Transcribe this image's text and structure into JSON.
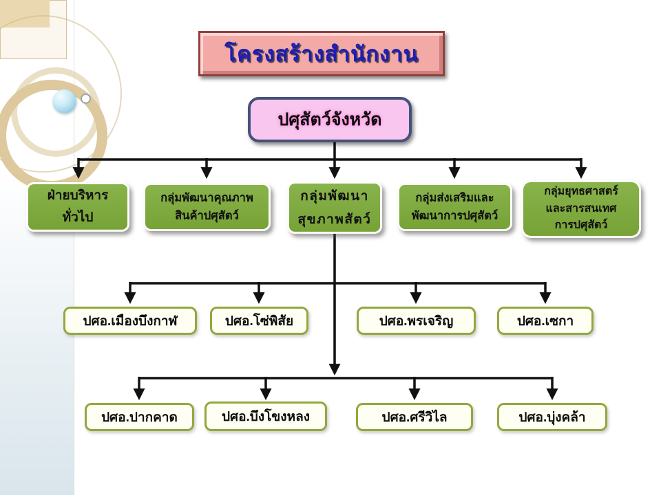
{
  "slide": {
    "title": "โครงสร้างสำนักงาน"
  },
  "org_chart": {
    "root": {
      "label": "ปศุสัตว์จังหวัด"
    },
    "level2": [
      {
        "label": "ฝ่ายบริหาร\nทั่วไป"
      },
      {
        "label": "กลุ่มพัฒนาคุณภาพ\nสินค้าปศุสัตว์"
      },
      {
        "label": "กลุ่มพัฒนา\nสุขภาพสัตว์"
      },
      {
        "label": "กลุ่มส่งเสริมและ\nพัฒนาการปศุสัตว์"
      },
      {
        "label": "กลุ่มยุทธศาสตร์\nและสารสนเทศ\nการปศุสัตว์"
      }
    ],
    "level3": [
      {
        "label": "ปศอ.เมืองบึงกาฬ"
      },
      {
        "label": "ปศอ.โซ่พิสัย"
      },
      {
        "label": "ปศอ.พรเจริญ"
      },
      {
        "label": "ปศอ.เซกา"
      }
    ],
    "level4": [
      {
        "label": "ปศอ.ปากคาด"
      },
      {
        "label": "ปศอ.บึงโขงหลง"
      },
      {
        "label": "ปศอ.ศรีวิไล"
      },
      {
        "label": "ปศอ.บุ่งคล้า"
      }
    ]
  },
  "colors": {
    "title_text": "#1d1db5",
    "title_bg": "#f3a9a6",
    "title_border": "#93403e",
    "root_bg": "#f9c6ef",
    "root_border": "#45517b",
    "group_bg": "#7ca73d",
    "district_bg": "#fffef2",
    "district_border": "#92a83e",
    "connector": "#111111"
  }
}
